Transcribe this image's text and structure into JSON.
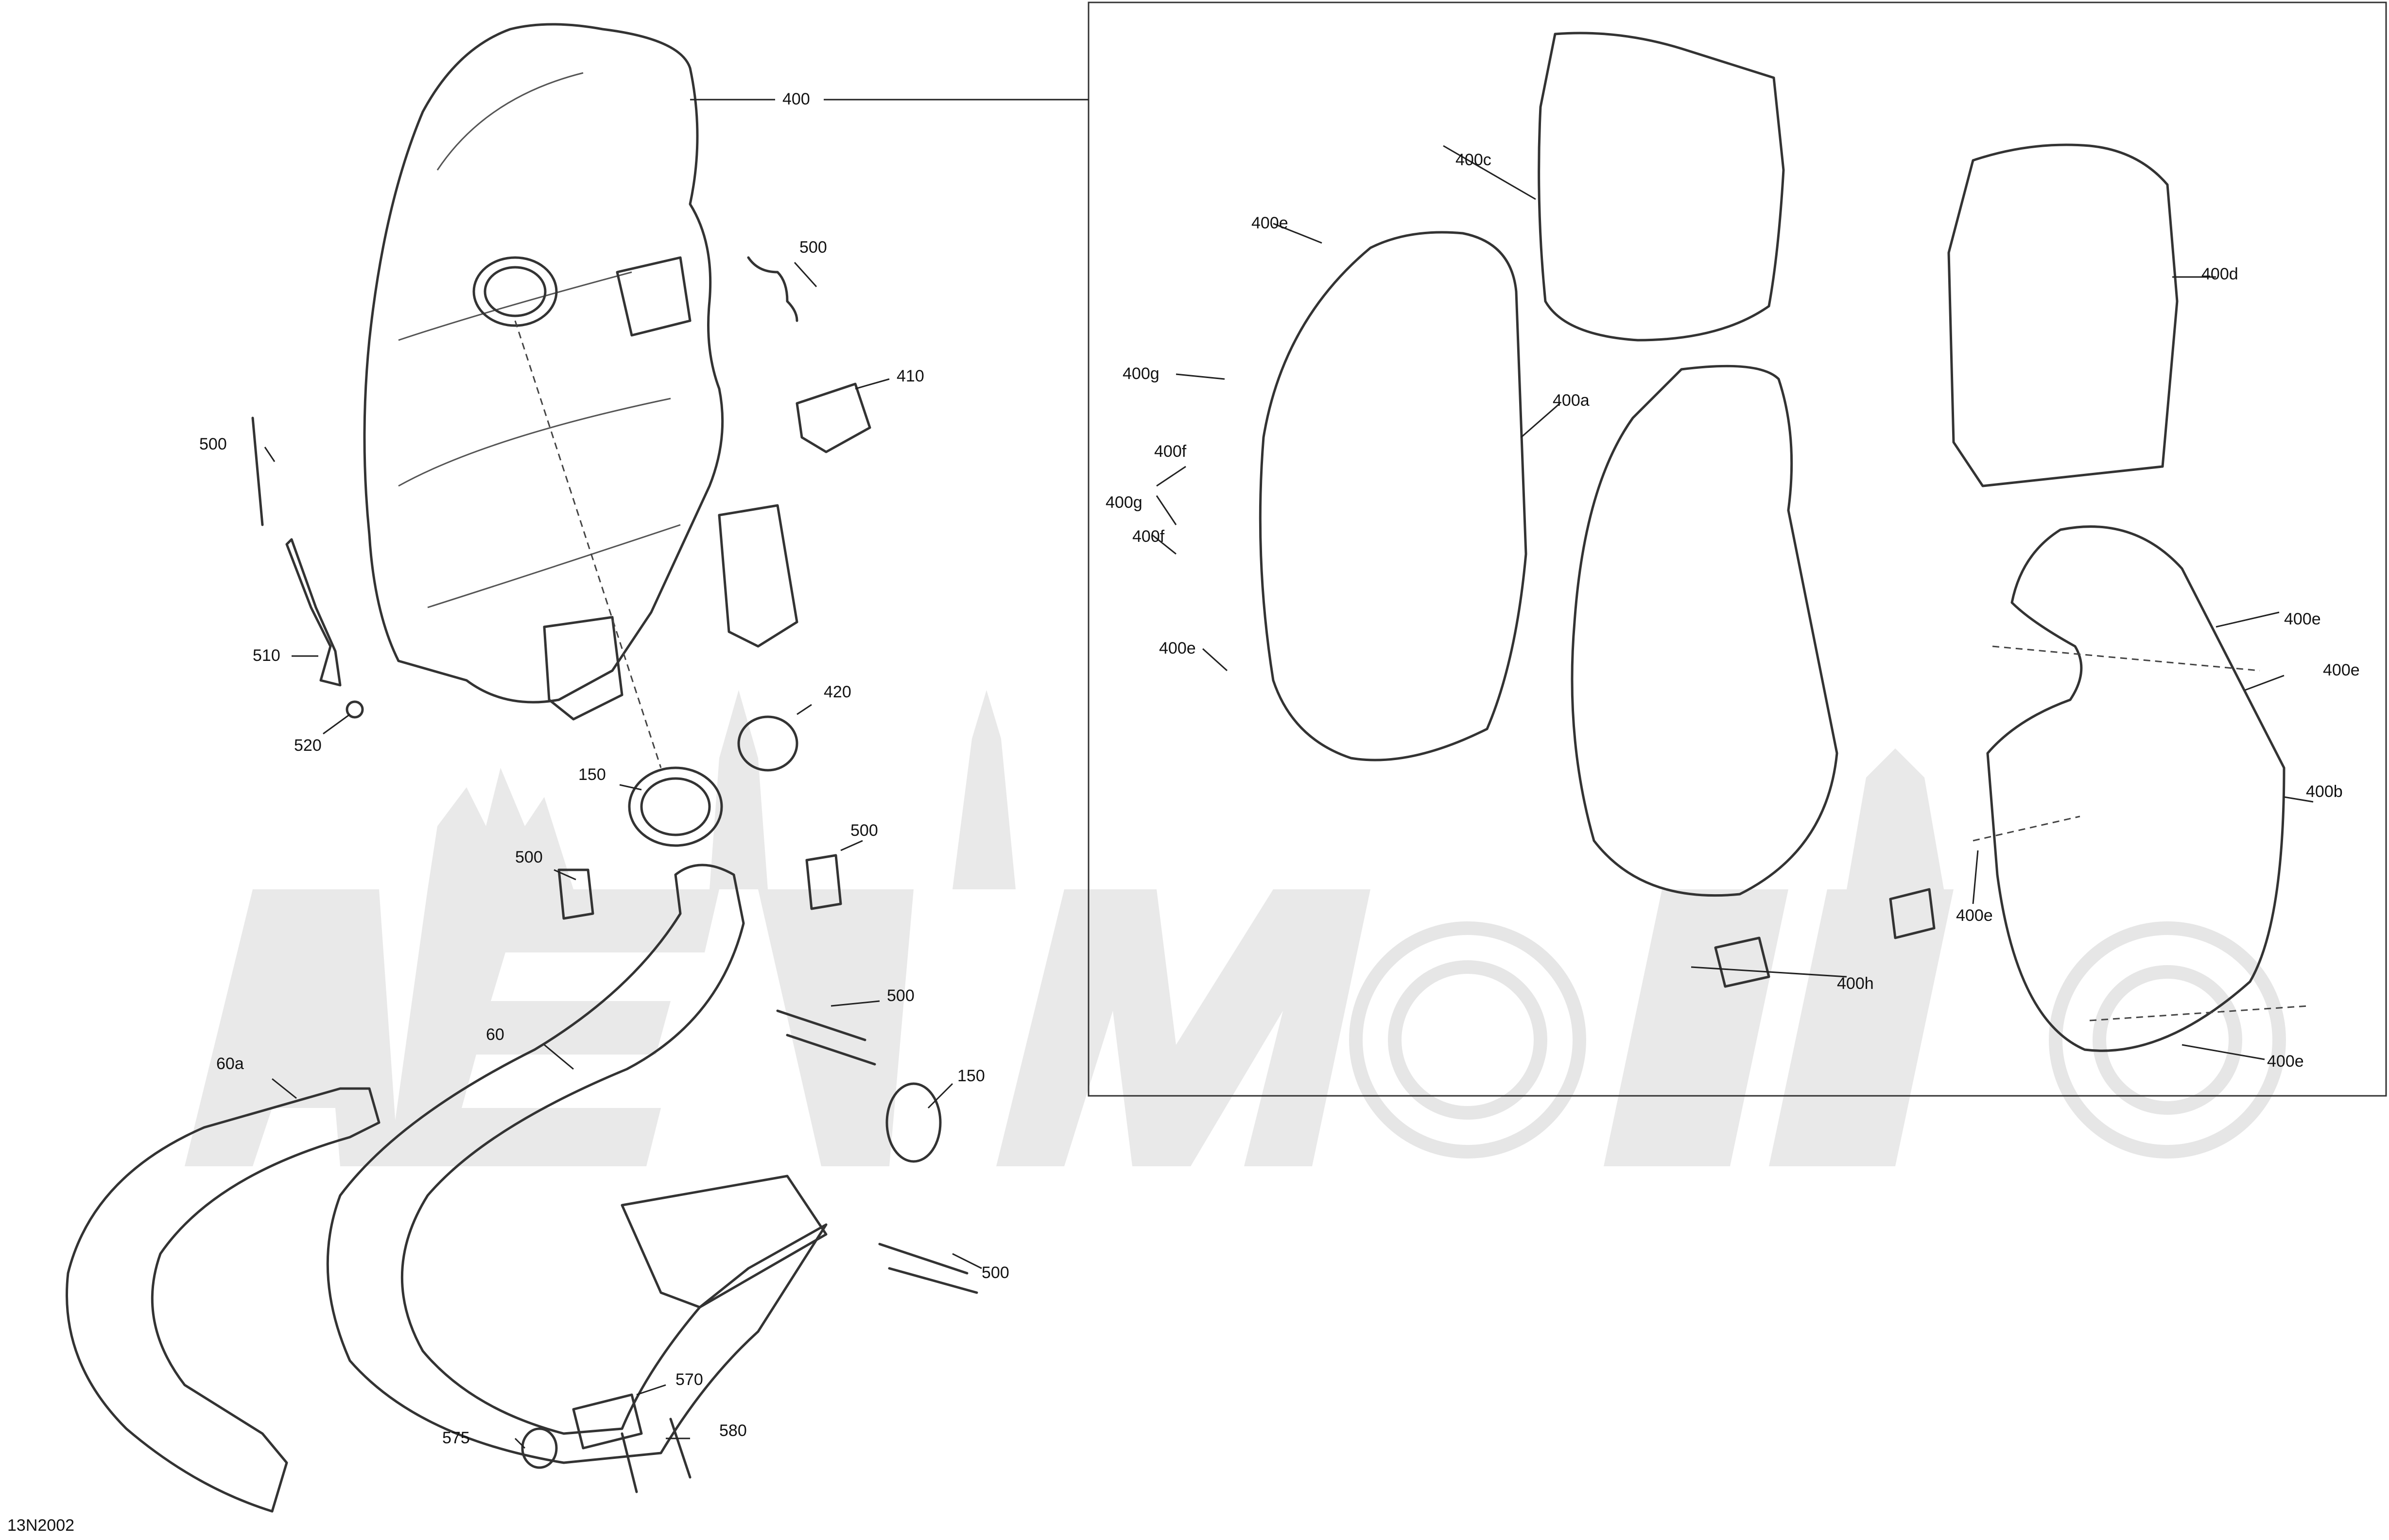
{
  "diagram_code": "13N2002",
  "callouts": {
    "c400": "400",
    "c400a": "400a",
    "c400b": "400b",
    "c400c": "400c",
    "c400d": "400d",
    "c400e_1": "400e",
    "c400e_2": "400e",
    "c400e_3": "400e",
    "c400e_4": "400e",
    "c400e_5": "400e",
    "c400e_6": "400e",
    "c400f_1": "400f",
    "c400f_2": "400f",
    "c400g_1": "400g",
    "c400g_2": "400g",
    "c400h": "400h",
    "c410": "410",
    "c420": "420",
    "c500_1": "500",
    "c500_2": "500",
    "c500_3": "500",
    "c500_4": "500",
    "c500_5": "500",
    "c500_6": "500",
    "c510": "510",
    "c520": "520",
    "c150_1": "150",
    "c150_2": "150",
    "c60": "60",
    "c60a": "60a",
    "c570": "570",
    "c575": "575",
    "c580": "580"
  }
}
